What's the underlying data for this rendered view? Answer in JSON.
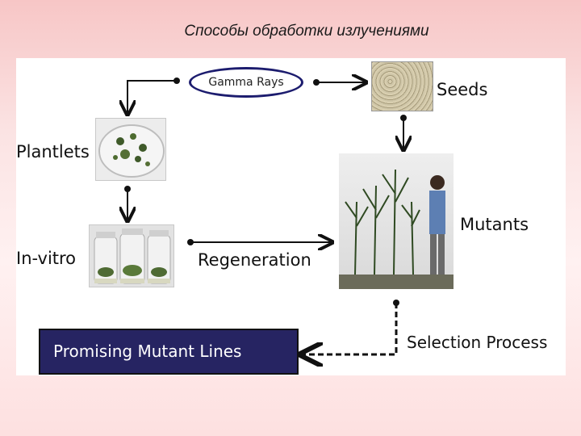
{
  "slide": {
    "title": "Способы обработки излучениями"
  },
  "diagram": {
    "gamma_rays": "Gamma Rays",
    "seeds": "Seeds",
    "plantlets": "Plantlets",
    "in_vitro": "In-vitro",
    "regeneration": "Regeneration",
    "mutants": "Mutants",
    "selection_process": "Selection Process",
    "promising_lines": "Promising Mutant Lines"
  },
  "colors": {
    "box_fill": "#262462",
    "ellipse_stroke": "#1c1c6e",
    "arrow": "#111111"
  }
}
